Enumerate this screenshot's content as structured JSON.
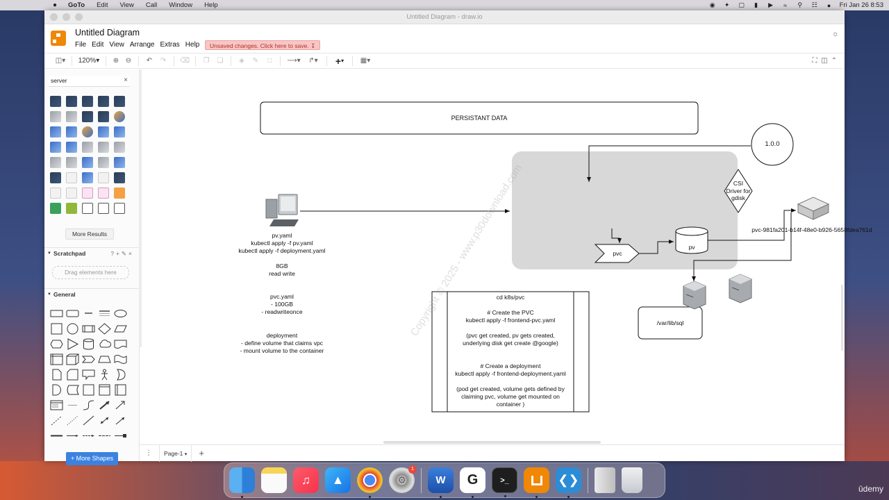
{
  "menubar": {
    "app": "GoTo",
    "items": [
      "Edit",
      "View",
      "Call",
      "Window",
      "Help"
    ],
    "clock": "Fri Jan 26  8:53"
  },
  "window": {
    "title": "Untitled Diagram - draw.io"
  },
  "header": {
    "doc_title": "Untitled Diagram",
    "menu": [
      "File",
      "Edit",
      "View",
      "Arrange",
      "Extras",
      "Help"
    ],
    "unsaved": "Unsaved changes. Click here to save."
  },
  "toolbar": {
    "zoom": "120%"
  },
  "sidebar": {
    "search_value": "server",
    "more_results": "More Results",
    "scratchpad": "Scratchpad",
    "scratchpad_drop": "Drag elements here",
    "general": "General",
    "more_shapes": "+ More Shapes"
  },
  "bottom": {
    "page_tab": "Page-1"
  },
  "diagram": {
    "persistant": "PERSISTANT DATA",
    "version": "1.0.0",
    "csi": "CSI\nDriver for\ngdisk",
    "pvc": "pvc",
    "pv": "pv",
    "pvc_id": "pvc-981fa201-b14f-48e0-b926-5658fdea761d",
    "var_lib": "/var/lib/sql",
    "note1": "pv.yaml\nkubectl apply -f pv.yaml\nkubectl apply -f deployment.yaml\n\n8GB\nread write",
    "note2": "pvc.yaml\n- 100GB\n- readwriteonce",
    "note3": "deployment\n- define volume that claims vpc\n- mount volume to the container",
    "process": "cd k8s/pvc\n\n# Create the PVC\nkubectl apply -f frontend-pvc.yaml\n\n(pvc get created, pv gets created,\nunderlying disk get create @google)\n\n\n# Create a deployment\nkubectl apply -f frontend-deployment.yaml\n\n(pod get created, volume gets defined by\nclaiming pvc, volume get mounted on\ncontainer )",
    "watermark": "Copyright © 2025 - www.p30download.com"
  },
  "dock": {
    "badge": "1",
    "word_letter": "W",
    "g_letter": "G"
  },
  "branding": {
    "udemy": "ûdemy"
  }
}
